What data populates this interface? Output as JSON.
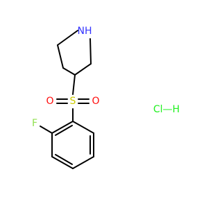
{
  "molecule": {
    "atoms": {
      "N": "NH",
      "S": "S",
      "O_left": "O",
      "O_right": "O",
      "F": "F",
      "HCl": "Cl—H"
    },
    "colors": {
      "N": "#3333ff",
      "O": "#ff0d0d",
      "S": "#cccc00",
      "F": "#90e050",
      "Cl": "#1ff01f",
      "bond": "#000000"
    }
  }
}
